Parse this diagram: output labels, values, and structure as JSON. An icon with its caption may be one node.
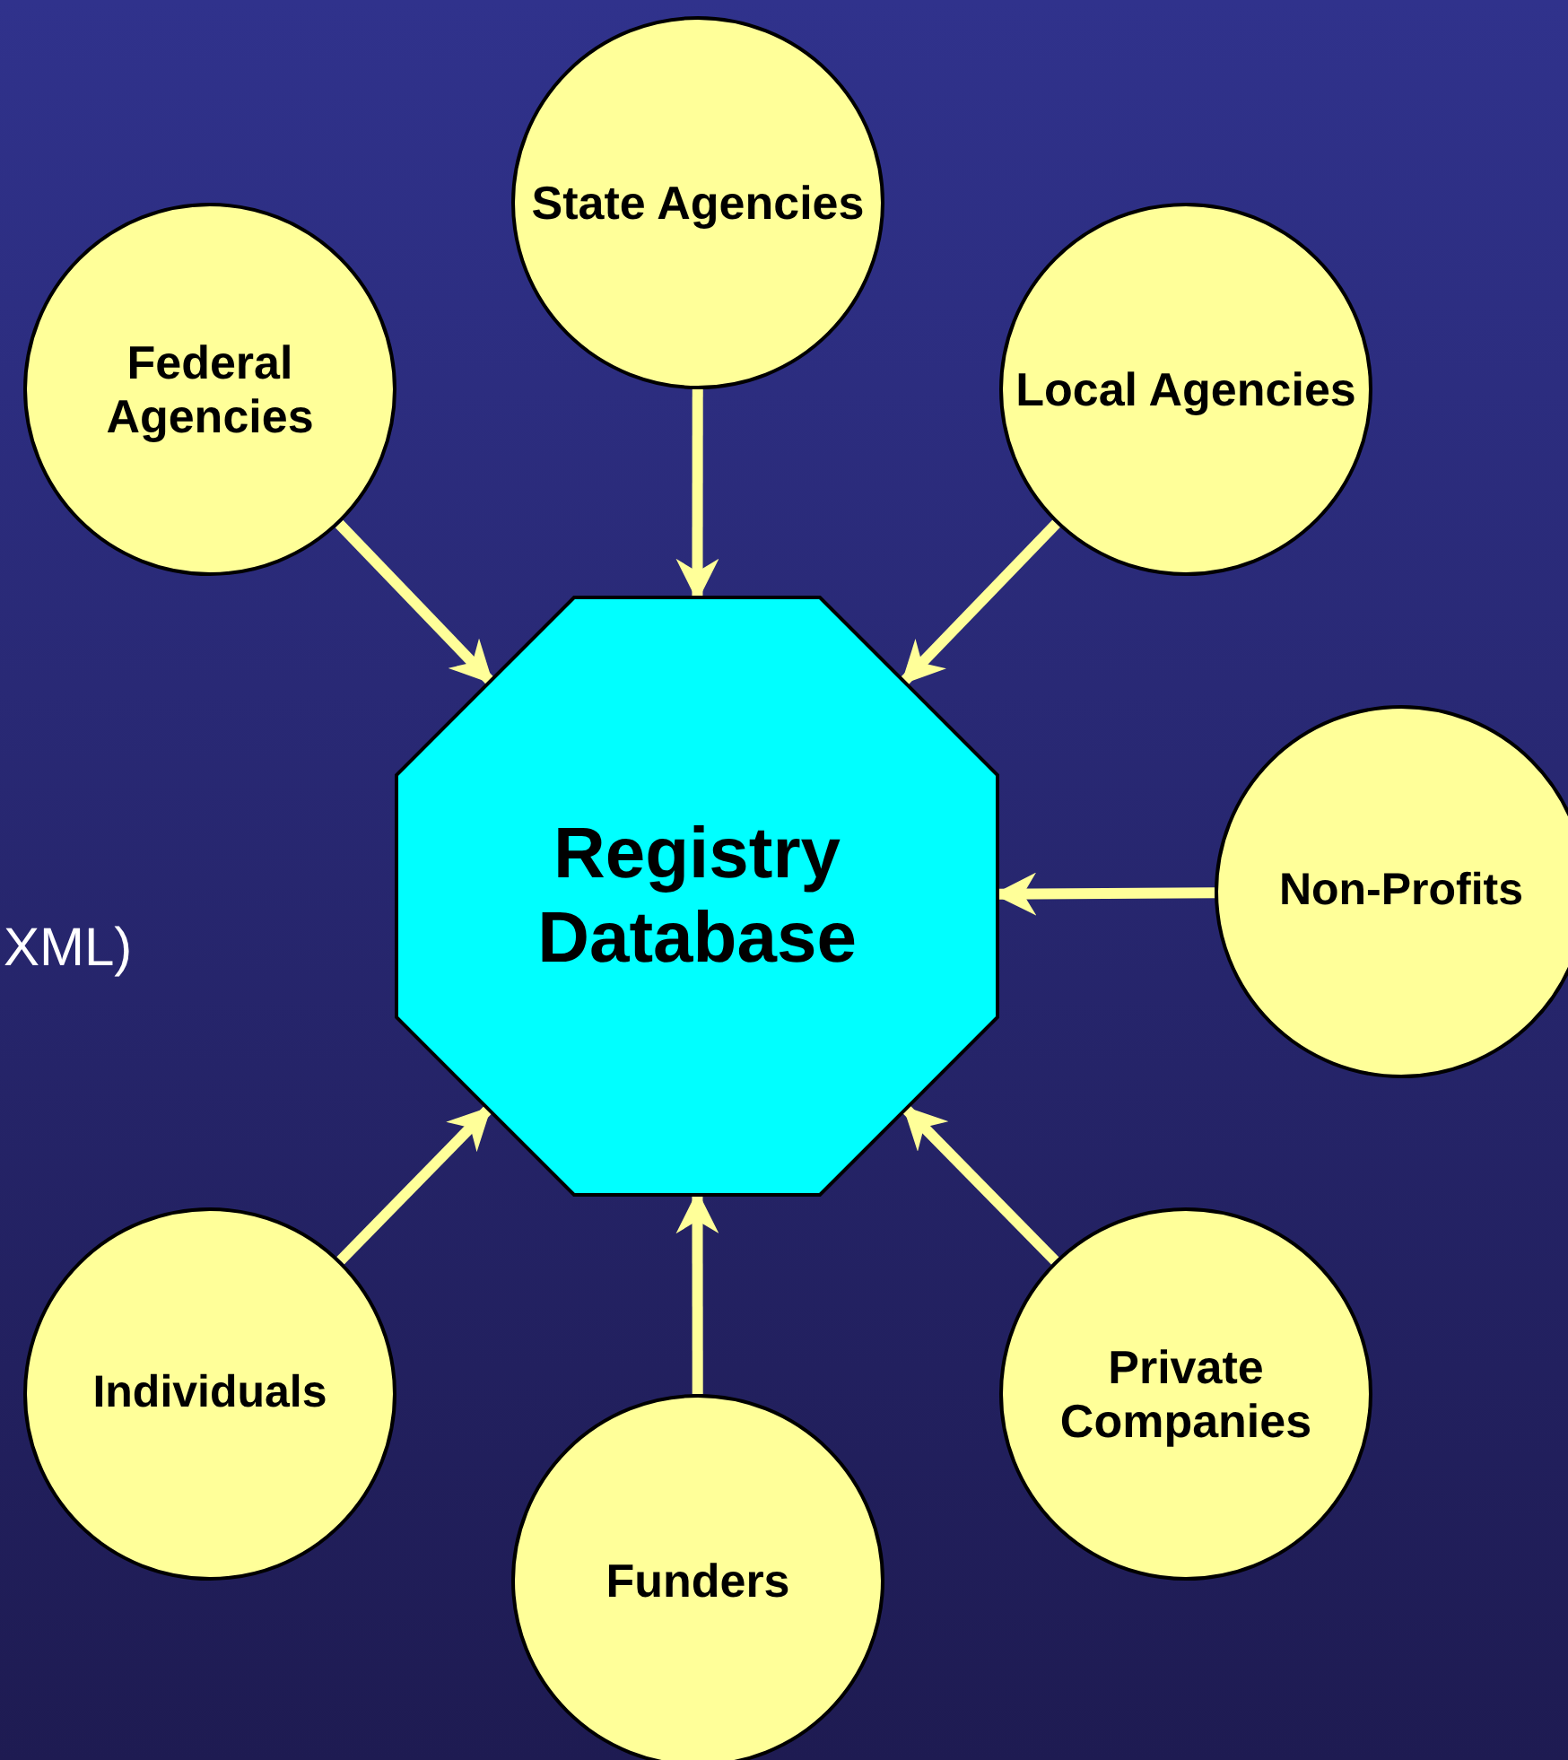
{
  "diagram": {
    "nodes": [
      {
        "text": [
          "Registry Database"
        ]
      },
      {
        "text": [
          "State Agencies"
        ]
      },
      {
        "text": [
          "Federal Agencies"
        ]
      },
      {
        "text": [
          "Local Agencies"
        ]
      },
      {
        "text": [
          "Non-Profits"
        ]
      },
      {
        "text": [
          "Individuals"
        ]
      },
      {
        "text": [
          "Private Companies"
        ]
      },
      {
        "text": [
          "Funders"
        ]
      }
    ],
    "edges": [
      {
        "from": 1,
        "to": 0,
        "arrow": "to"
      },
      {
        "from": 2,
        "to": 0,
        "arrow": "to"
      },
      {
        "from": 3,
        "to": 0,
        "arrow": "to"
      },
      {
        "from": 4,
        "to": 0,
        "arrow": "to"
      },
      {
        "from": 5,
        "to": 0,
        "arrow": "to"
      },
      {
        "from": 6,
        "to": 0,
        "arrow": "to"
      },
      {
        "from": 7,
        "to": 0,
        "arrow": "to"
      }
    ],
    "labels": [
      "XML)"
    ]
  }
}
